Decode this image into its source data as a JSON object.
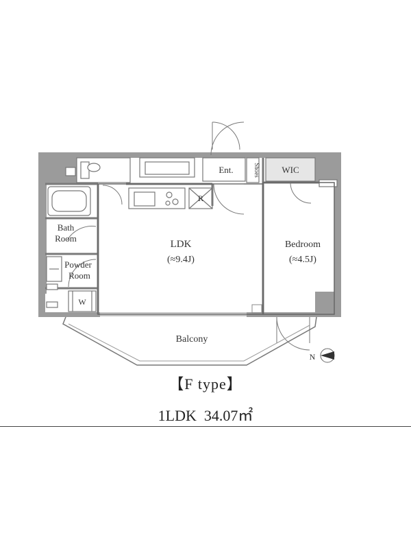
{
  "rooms": {
    "ldk": "LDK",
    "ldk_size": "(≈9.4J)",
    "bedroom": "Bedroom",
    "bedroom_size": "(≈4.5J)",
    "wic": "WIC",
    "entrance": "Ent.",
    "shoes": "Shoes",
    "bath_line1": "Bath",
    "bath_line2": "Room",
    "powder_line1": "Powder",
    "powder_line2": "Room",
    "washer": "W",
    "refrigerator": "R",
    "balcony": "Balcony"
  },
  "compass": {
    "north": "N"
  },
  "caption": {
    "type": "【F type】",
    "layout": "1LDK",
    "area": "34.07㎡"
  },
  "colors": {
    "wall": "#9b9b9b",
    "line": "#666666",
    "wic_fill": "#e6e6e6"
  }
}
